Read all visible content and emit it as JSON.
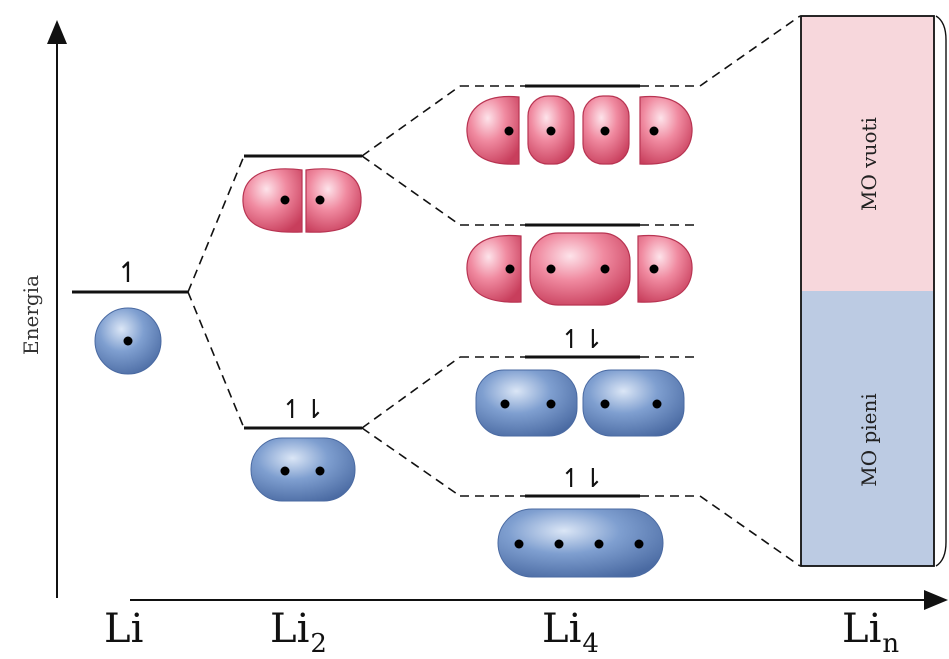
{
  "axis": {
    "y_label": "Energia"
  },
  "columns": [
    {
      "id": "li",
      "main": "Li",
      "sub": ""
    },
    {
      "id": "li2",
      "main": "Li",
      "sub": "2"
    },
    {
      "id": "li4",
      "main": "Li",
      "sub": "4"
    },
    {
      "id": "lin",
      "main": "Li",
      "sub": "n"
    }
  ],
  "bands": {
    "empty": "MO vuoti",
    "filled": "MO pieni"
  },
  "electron_arrows": {
    "single": "↿",
    "pair": "↿⇂"
  },
  "colors": {
    "antibonding_orbital": "#e8607c",
    "bonding_orbital": "#6f8fc4",
    "empty_band": "#f7d7dc",
    "filled_band": "#bccbe3",
    "levels": "#111111"
  }
}
